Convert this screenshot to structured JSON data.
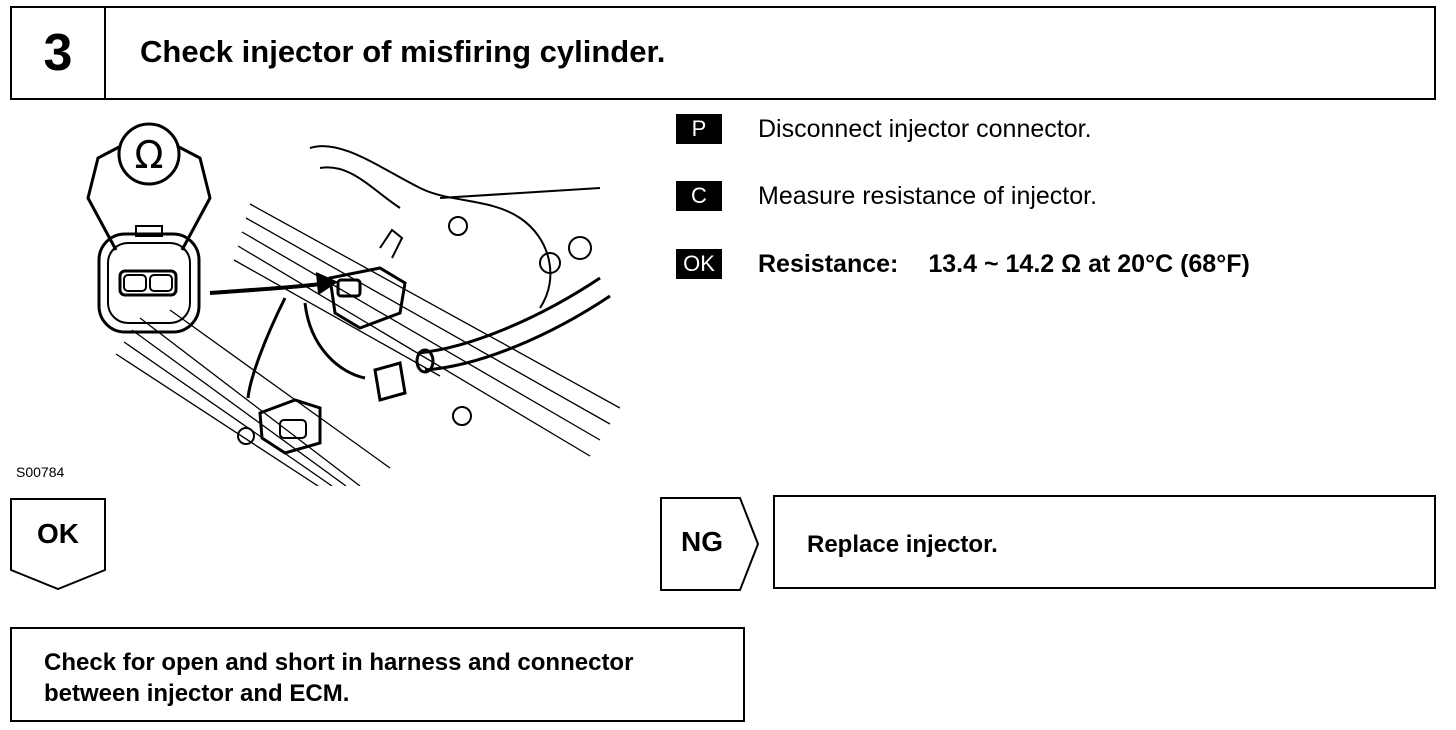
{
  "header": {
    "step_number": "3",
    "title": "Check injector of misfiring cylinder."
  },
  "figure": {
    "id": "S00784",
    "ohm_symbol": "Ω",
    "icons": [
      "ohmmeter-icon",
      "injector-connector-icon",
      "engine-illustration"
    ]
  },
  "instructions": [
    {
      "badge": "P",
      "text": "Disconnect injector connector."
    },
    {
      "badge": "C",
      "text": "Measure resistance of injector."
    }
  ],
  "spec": {
    "badge": "OK",
    "label": "Resistance:",
    "value": "13.4 ~ 14.2 Ω at 20°C (68°F)"
  },
  "ok_branch": {
    "label": "OK"
  },
  "ng_branch": {
    "label": "NG",
    "action": "Replace injector."
  },
  "next_step": {
    "text": "Check for open and short in harness and connector between injector and ECM."
  },
  "colors": {
    "ink": "#000000",
    "paper": "#ffffff"
  }
}
